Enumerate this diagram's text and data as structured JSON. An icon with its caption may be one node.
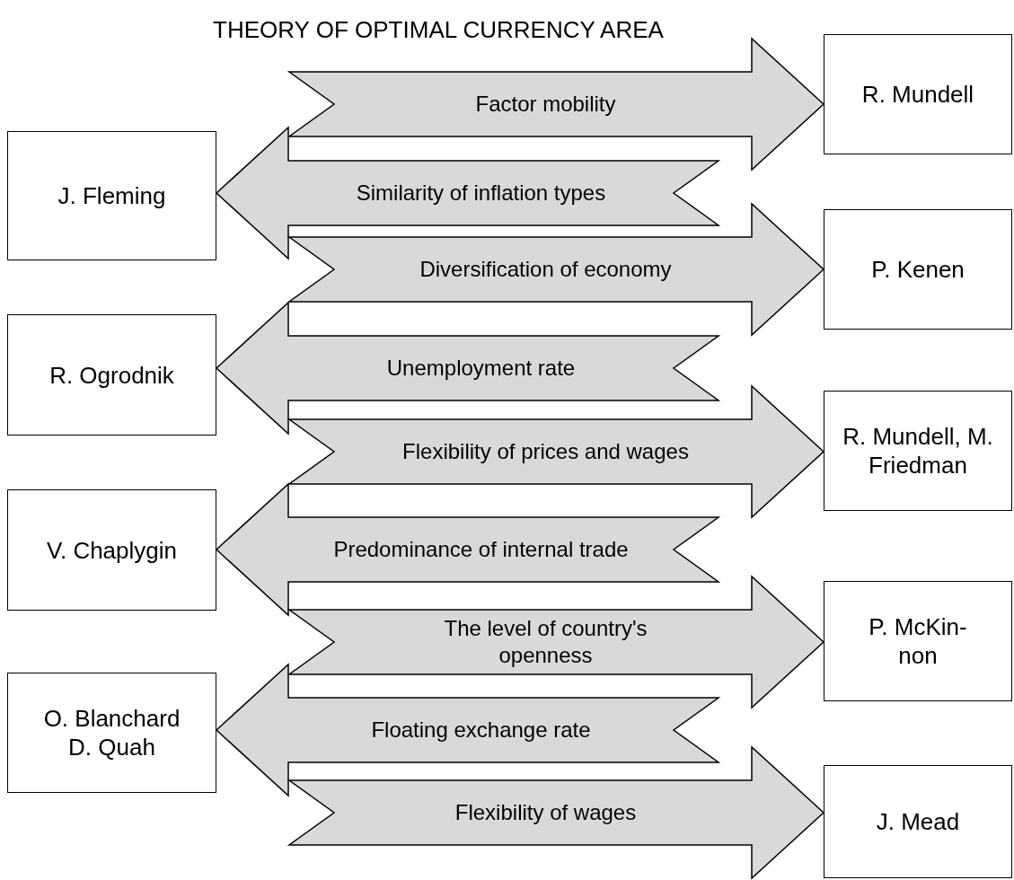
{
  "diagram": {
    "title": "THEORY OF OPTIMAL CURRENCY AREA",
    "nodes": [
      {
        "text": [
          "R. Mundell"
        ]
      },
      {
        "text": [
          "J. Fleming"
        ]
      },
      {
        "text": [
          "P. Kenen"
        ]
      },
      {
        "text": [
          "R. Ogrodnik"
        ]
      },
      {
        "text": [
          "R. Mundell, M. Friedman"
        ]
      },
      {
        "text": [
          "V. Chaplygin"
        ]
      },
      {
        "text": [
          "P. McKin-non"
        ]
      },
      {
        "text": [
          "O. Blanchard D. Quah"
        ]
      },
      {
        "text": [
          "J. Mead"
        ]
      }
    ],
    "edges": [
      {
        "from": null,
        "to": 0,
        "arrow": "to",
        "label": "Factor mobility"
      },
      {
        "from": null,
        "to": 1,
        "arrow": "to",
        "label": "Similarity of inflation types"
      },
      {
        "from": null,
        "to": 2,
        "arrow": "to",
        "label": "Diversification of economy"
      },
      {
        "from": null,
        "to": 3,
        "arrow": "to",
        "label": "Unemployment rate"
      },
      {
        "from": null,
        "to": 4,
        "arrow": "to",
        "label": "Flexibility of prices and wages"
      },
      {
        "from": null,
        "to": 5,
        "arrow": "to",
        "label": "Predominance of internal trade"
      },
      {
        "from": null,
        "to": 6,
        "arrow": "to",
        "label": "The level of country's openness"
      },
      {
        "from": null,
        "to": 7,
        "arrow": "to",
        "label": "Floating exchange rate"
      },
      {
        "from": null,
        "to": 8,
        "arrow": "to",
        "label": "Flexibility of wages"
      }
    ]
  }
}
